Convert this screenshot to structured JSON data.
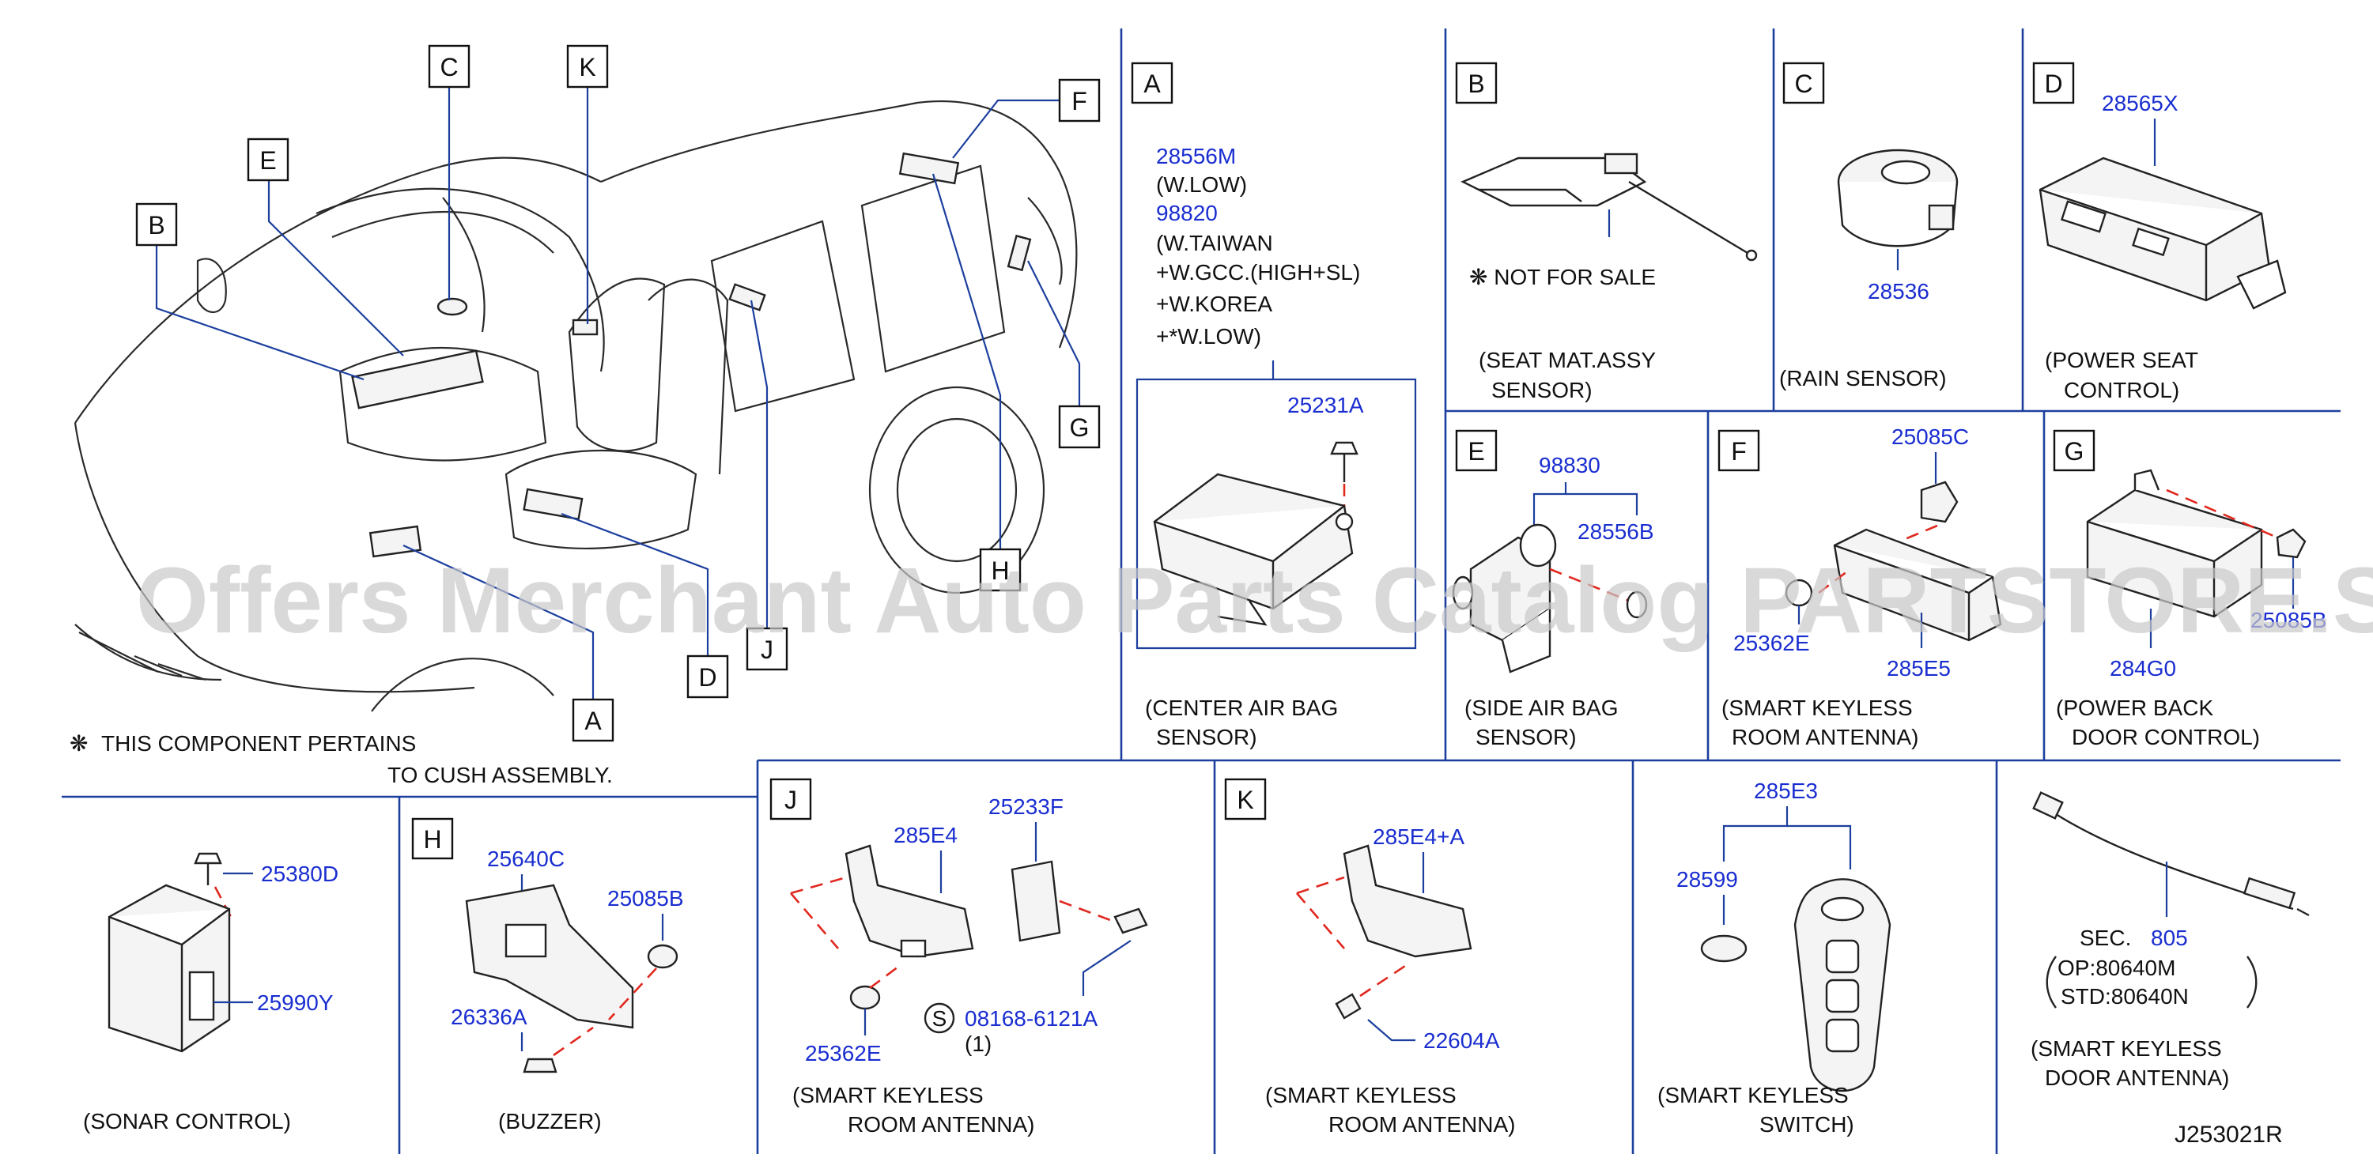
{
  "watermark": "Offers Merchant Auto Parts Catalog PARTSTORE.SA",
  "diagram_id": "J253021R",
  "overview": {
    "callouts": [
      "C",
      "K",
      "F",
      "E",
      "B",
      "G",
      "H",
      "J",
      "D",
      "A"
    ],
    "note_symbol": "❋",
    "note_line1": "THIS   COMPONENT   PERTAINS",
    "note_line2": "TO   CUSH   ASSEMBLY."
  },
  "panels": {
    "A": {
      "letter": "A",
      "part_main": "28556M",
      "variant1": "(W.LOW)",
      "part_alt": "98820",
      "variant2": "(W.TAIWAN",
      "variant3": "+W.GCC.(HIGH+SL)",
      "variant4": "+W.KOREA",
      "variant5": "+*W.LOW)",
      "bolt": "25231A",
      "caption1": "(CENTER   AIR   BAG",
      "caption2": "SENSOR)"
    },
    "B": {
      "letter": "B",
      "note": "❋  NOT   FOR   SALE",
      "caption1": "(SEAT   MAT.ASSY",
      "caption2": "SENSOR)"
    },
    "C": {
      "letter": "C",
      "part": "28536",
      "caption": "(RAIN   SENSOR)"
    },
    "D": {
      "letter": "D",
      "part": "28565X",
      "caption1": "(POWER   SEAT",
      "caption2": "CONTROL)"
    },
    "E": {
      "letter": "E",
      "part_group": "98830",
      "part": "28556B",
      "caption1": "(SIDE   AIR   BAG",
      "caption2": "SENSOR)"
    },
    "F": {
      "letter": "F",
      "part_top": "25085C",
      "part_left": "25362E",
      "part_bottom": "285E5",
      "caption1": "(SMART   KEYLESS",
      "caption2": "ROOM   ANTENNA)"
    },
    "G": {
      "letter": "G",
      "part_nut": "25085B",
      "part_main": "284G0",
      "caption1": "(POWER   BACK",
      "caption2": "DOOR   CONTROL)"
    },
    "sonar": {
      "bolt": "25380D",
      "part": "25990Y",
      "caption": "(SONAR   CONTROL)"
    },
    "H": {
      "letter": "H",
      "part_bracket": "25640C",
      "part_nut": "25085B",
      "part_bolt": "26336A",
      "caption": "(BUZZER)"
    },
    "J": {
      "letter": "J",
      "part_bracket": "285E4",
      "part_plate": "25233F",
      "part_clip": "25362E",
      "s_symbol": "S",
      "part_bolt": "08168-6121A",
      "qty": "(1)",
      "caption1": "(SMART   KEYLESS",
      "caption2": "ROOM   ANTENNA)"
    },
    "K": {
      "letter": "K",
      "part_bracket": "285E4+A",
      "part_bolt": "22604A",
      "caption1": "(SMART   KEYLESS",
      "caption2": "ROOM   ANTENNA)"
    },
    "switch": {
      "part_group": "285E3",
      "part_battery": "28599",
      "caption1": "(SMART   KEYLESS",
      "caption2": "SWITCH)"
    },
    "door_antenna": {
      "sec_prefix": "SEC.",
      "sec_num": "805",
      "op": "OP:80640M",
      "std": "STD:80640N",
      "caption1": "(SMART   KEYLESS",
      "caption2": "DOOR   ANTENNA)"
    }
  }
}
